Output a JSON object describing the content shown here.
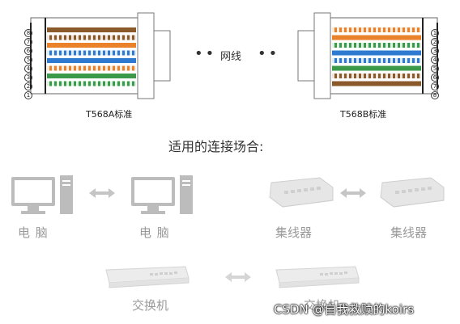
{
  "top": {
    "left_label": "T568A标准",
    "right_label": "T568B标准",
    "cable_label": "网线",
    "dots": "••",
    "left_pins": [
      "8",
      "7",
      "6",
      "5",
      "4",
      "3",
      "2",
      "1"
    ],
    "right_pins": [
      "1",
      "2",
      "3",
      "4",
      "5",
      "6",
      "7",
      "8"
    ]
  },
  "section_title": "适用的连接场合:",
  "rows": [
    {
      "left": "电 脑",
      "right": "电 脑"
    },
    {
      "left": "集线器",
      "right": "集线器"
    },
    {
      "center": "交换机",
      "center2": "交换机"
    }
  ],
  "watermark": "CSDN @自我救赎的koirs",
  "colors": {
    "orange": "#e9822b",
    "green": "#3a9a4a",
    "blue": "#2e7ad1",
    "brown": "#8b5a2b",
    "device_gray": "#b9b9b9",
    "light_gray": "#d8d8d8"
  }
}
